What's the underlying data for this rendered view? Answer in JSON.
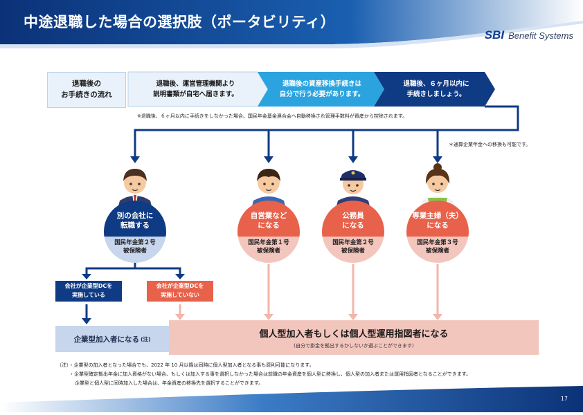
{
  "header": {
    "title": "中途退職した場合の選択肢（ポータビリティ）",
    "logo_mark": "SBI",
    "logo_text": "Benefit Systems"
  },
  "flow": {
    "label": "退職後の\nお手続きの流れ",
    "steps": [
      "退職後、運営管理機関より\n説明書類が自宅へ届きます。",
      "退職後の資産移換手続きは\n自分で行う必要があります。",
      "退職後、６ヶ月以内に\n手続きしましょう。"
    ],
    "note": "※退職後、６ヶ月以内に手続きをしなかった場合、国民年金基金連合会へ自動移換され管理手数料が資産から控除されます。"
  },
  "side_note": "＊通算企業年金への移換も可能です。",
  "persons": [
    {
      "title": "別の会社に\n転職する",
      "status": "国民年金第２号\n被保険者"
    },
    {
      "title": "自営業など\nになる",
      "status": "国民年金第１号\n被保険者"
    },
    {
      "title": "公務員\nになる",
      "status": "国民年金第２号\n被保険者"
    },
    {
      "title": "専業主婦（夫）\nになる",
      "status": "国民年金第３号\n被保険者"
    }
  ],
  "dc_options": {
    "implemented": "会社が企業型DCを\n実施している",
    "not_implemented": "会社が企業型DCを\n実施していない"
  },
  "results": {
    "corporate": "企業型加入者になる",
    "corporate_sup": "(注)",
    "individual": "個人型加入者もしくは個人型運用指図者になる",
    "individual_sub": "(自分で掛金を拠出するかしないか選ぶことができます)"
  },
  "footnotes": [
    "（注）・企業型の加入者となった場合でも、2022 年 10 月以降は同時に個人型加入者となる事も原則可能になります。",
    "・企業型確定拠出年金に加入資格がない場合、もしくは加入する事を選択しなかった場合は前職の年金資産を個人型に移換し、個人型の加入者または運用指図者となることができます。",
    "企業型と個人型に同時加入した場合は、年金資産の移換先を選択することができます。"
  ],
  "page_number": "17",
  "colors": {
    "navy": "#0f3a84",
    "mid_blue": "#1f7fc9",
    "cyan": "#2ba3df",
    "coral": "#e8614a",
    "light_coral": "#f3c6bd",
    "light_blue": "#c7d6ec"
  }
}
